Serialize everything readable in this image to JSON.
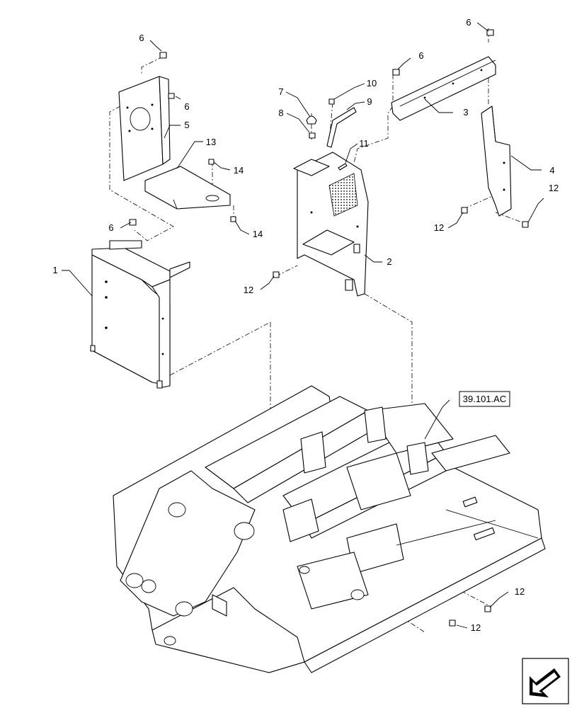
{
  "callouts": [
    {
      "id": "c1",
      "label": "1"
    },
    {
      "id": "c2",
      "label": "2"
    },
    {
      "id": "c3",
      "label": "3"
    },
    {
      "id": "c4",
      "label": "4"
    },
    {
      "id": "c5",
      "label": "5"
    },
    {
      "id": "c6a",
      "label": "6"
    },
    {
      "id": "c6b",
      "label": "6"
    },
    {
      "id": "c6c",
      "label": "6"
    },
    {
      "id": "c6d",
      "label": "6"
    },
    {
      "id": "c6e",
      "label": "6"
    },
    {
      "id": "c7",
      "label": "7"
    },
    {
      "id": "c8",
      "label": "8"
    },
    {
      "id": "c9",
      "label": "9"
    },
    {
      "id": "c10",
      "label": "10"
    },
    {
      "id": "c11",
      "label": "11"
    },
    {
      "id": "c12a",
      "label": "12"
    },
    {
      "id": "c12b",
      "label": "12"
    },
    {
      "id": "c12c",
      "label": "12"
    },
    {
      "id": "c12d",
      "label": "12"
    },
    {
      "id": "c12e",
      "label": "12"
    },
    {
      "id": "c13",
      "label": "13"
    },
    {
      "id": "c14a",
      "label": "14"
    },
    {
      "id": "c14b",
      "label": "14"
    }
  ],
  "reference": {
    "label": "39.101.AC"
  },
  "nav_icon": "arrow-icon"
}
